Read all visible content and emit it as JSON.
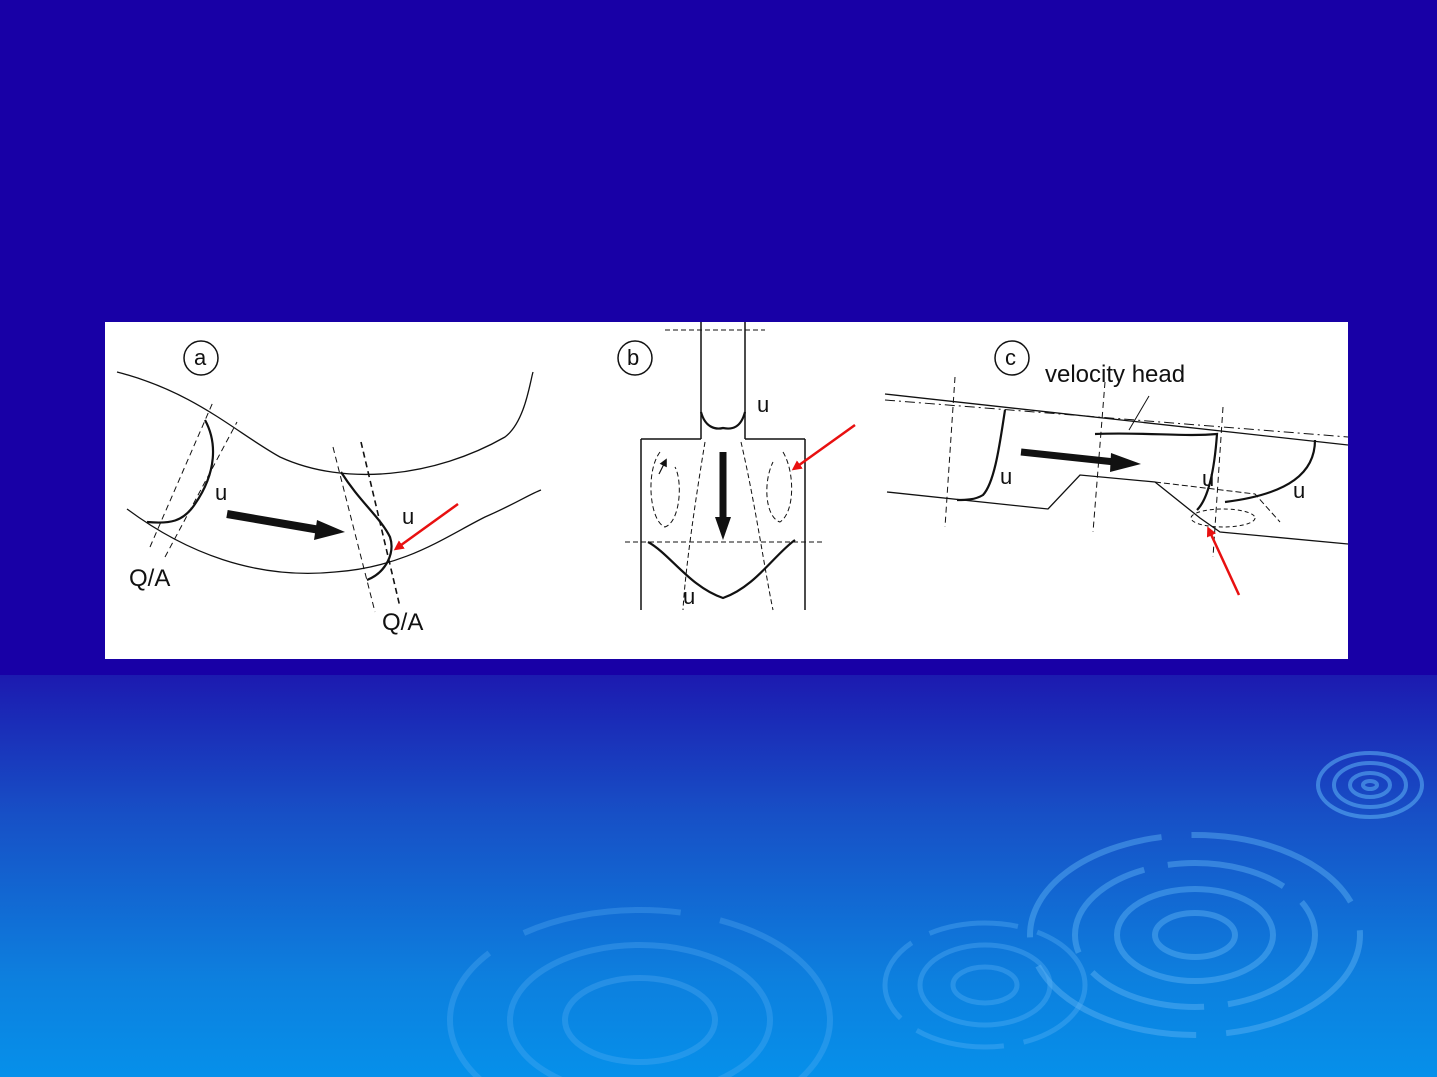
{
  "figure": {
    "panel_a": {
      "letter": "a",
      "velocity_label_left": "u",
      "velocity_label_right": "u",
      "mean_label_left": "Q/A",
      "mean_label_right": "Q/A"
    },
    "panel_b": {
      "letter": "b",
      "velocity_label_top": "u",
      "velocity_label_bottom": "u"
    },
    "panel_c": {
      "letter": "c",
      "velocity_head_label": "velocity head",
      "velocity_label_1": "u",
      "velocity_label_2": "u",
      "velocity_label_3": "u"
    }
  },
  "colors": {
    "slide_top": "#1800a6",
    "slide_bottom": "#0690ea",
    "highlight_arrow": "#e81010",
    "ink": "#111111"
  }
}
